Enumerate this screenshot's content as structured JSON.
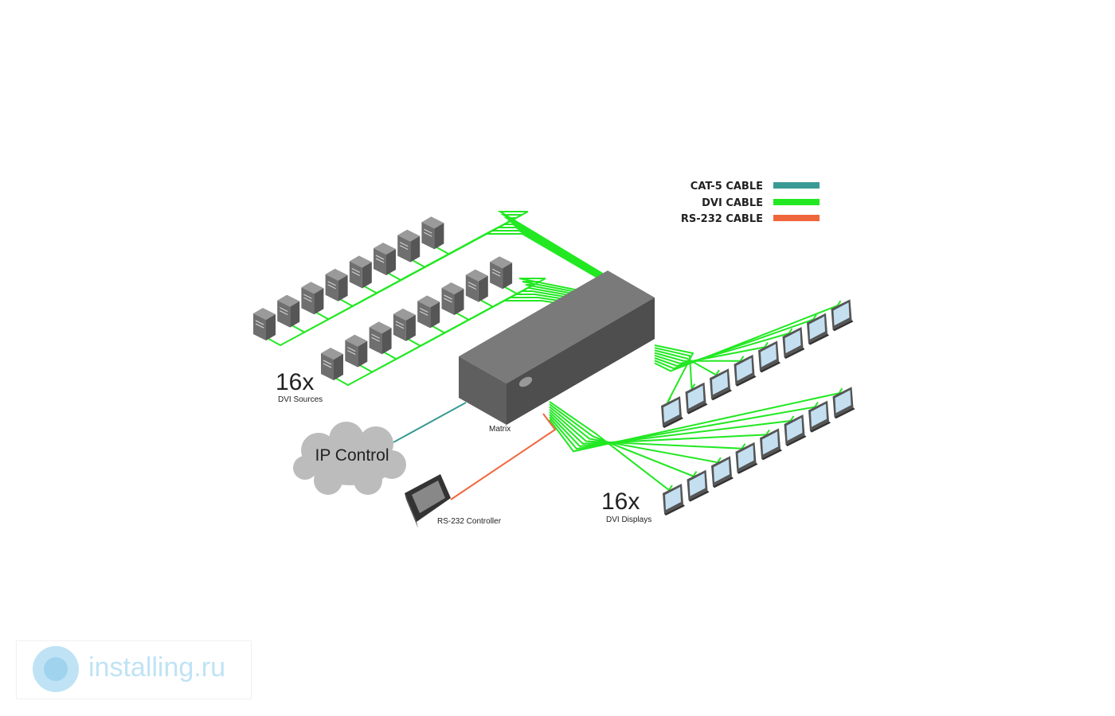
{
  "legend": [
    {
      "label": "CAT-5 CABLE",
      "color": "#3a9a94"
    },
    {
      "label": "DVI CABLE",
      "color": "#22e822"
    },
    {
      "label": "RS-232 CABLE",
      "color": "#f0663c"
    }
  ],
  "sources": {
    "count": "16x",
    "caption": "DVI Sources"
  },
  "displays": {
    "count": "16x",
    "caption": "DVI Displays"
  },
  "matrix": {
    "caption": "Matrix"
  },
  "ip_control": {
    "label": "IP Control"
  },
  "controller": {
    "caption": "RS-232 Controller"
  },
  "watermark": {
    "text": "installing.ru"
  },
  "colors": {
    "dvi": "#22e822",
    "cat5": "#3a9a94",
    "rs232": "#f0663c",
    "device": "#6b6b6b",
    "screen": "#c4dff0"
  }
}
